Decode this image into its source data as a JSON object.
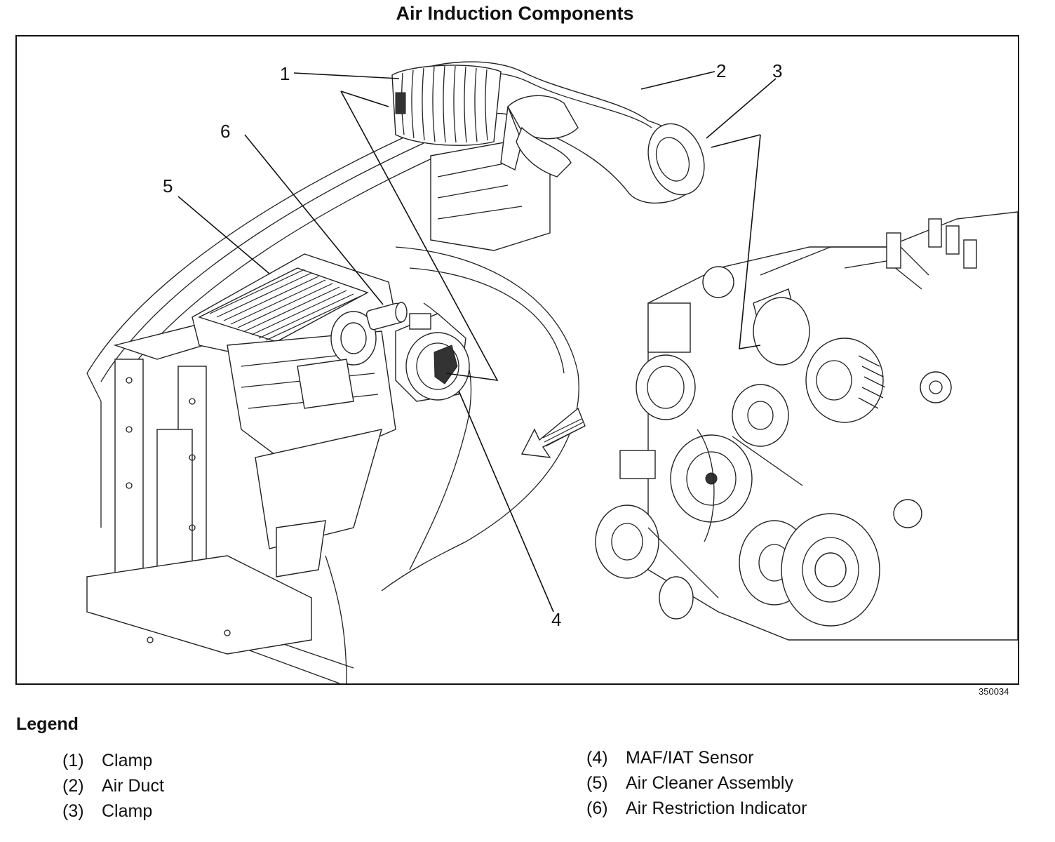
{
  "title": "Air Induction Components",
  "figure_id": "350034",
  "callouts": [
    "1",
    "2",
    "3",
    "4",
    "5",
    "6"
  ],
  "legend": {
    "heading": "Legend",
    "items": [
      {
        "num": "(1)",
        "label": "Clamp"
      },
      {
        "num": "(2)",
        "label": "Air Duct"
      },
      {
        "num": "(3)",
        "label": "Clamp"
      },
      {
        "num": "(4)",
        "label": "MAF/IAT Sensor"
      },
      {
        "num": "(5)",
        "label": "Air Cleaner Assembly"
      },
      {
        "num": "(6)",
        "label": "Air Restriction Indicator"
      }
    ]
  }
}
